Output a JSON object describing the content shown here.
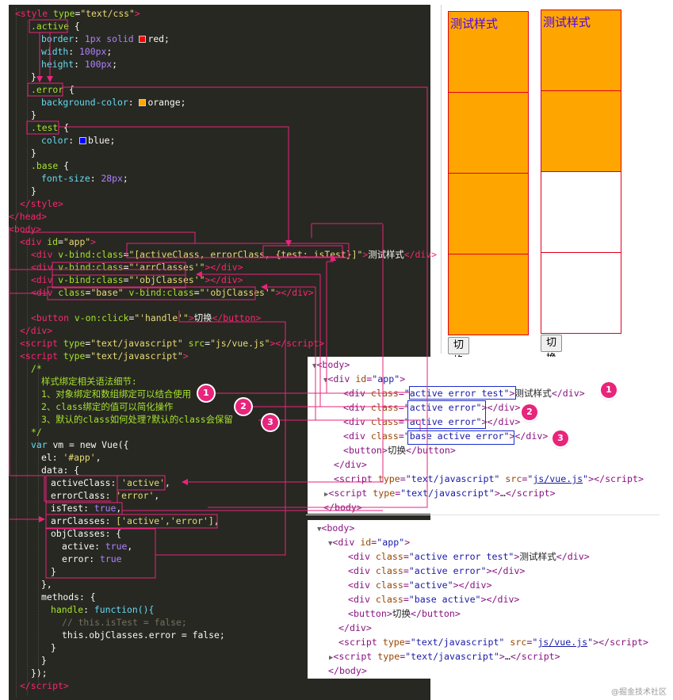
{
  "code": {
    "style_open": {
      "tag": "style",
      "attr": "type",
      "value": "\"text/css\""
    },
    "active_sel": ".active",
    "border_prop": "border",
    "border_val": "1px solid",
    "border_color": "red",
    "width_prop": "width",
    "width_val": "100px",
    "height_prop": "height",
    "height_val": "100px",
    "error_sel": ".error",
    "bg_prop": "background-color",
    "bg_color": "orange",
    "test_sel": ".test",
    "color_prop": "color",
    "color_val": "blue",
    "base_sel": ".base",
    "fs_prop": "font-size",
    "fs_val": "28px",
    "style_close": "style",
    "head_close": "head",
    "body_open": "body",
    "div_app": "\"app\"",
    "line1_bind": "[activeClass, errorClass, {test: isTest}]",
    "line1_text": "测试样式",
    "line2_bind": "'arrClasses'",
    "line3_bind": "'objClasses'",
    "line4_class": "\"base\"",
    "line4_bind": "'objClasses'",
    "btn_event": "'handle'",
    "btn_text": "切换",
    "script_src": "\"js/vue.js\"",
    "script_type": "\"text/javascript\"",
    "comment_open": "/*",
    "comment_title": "样式绑定相关语法细节:",
    "comment_1": "1、对象绑定和数组绑定可以结合使用",
    "comment_2": "2、class绑定的值可以简化操作",
    "comment_3": "3、默认的class如何处理?默认的class会保留",
    "comment_close": "*/",
    "vm_var": "vm",
    "vue_new": "new Vue({",
    "el_key": "el",
    "el_val": "'#app'",
    "data_key": "data",
    "activeClass_key": "activeClass",
    "activeClass_val": "'active'",
    "errorClass_key": "errorClass",
    "errorClass_val": "'error'",
    "isTest_key": "isTest",
    "isTest_val": "true",
    "arrClasses_key": "arrClasses",
    "arrClasses_val": "['active','error']",
    "objClasses_key": "objClasses",
    "obj_active_key": "active",
    "obj_active_val": "true",
    "obj_error_key": "error",
    "obj_error_val": "true",
    "methods_key": "methods",
    "handle_key": "handle",
    "handle_fn": "function(){",
    "handle_comment": "// this.isTest = false;",
    "handle_stmt": "this.objClasses.error = false;",
    "script_close": "script"
  },
  "preview": {
    "left_text": "测试样式",
    "right_text": "测试样式",
    "left_button": "切换",
    "right_button": "切换"
  },
  "dom_before": {
    "body": "<body>",
    "div_app_id": "\"app\"",
    "row1_class": "active error test",
    "row1_text": "测试样式",
    "row2_class": "active error",
    "row3_class": "active error",
    "row4_class": "base active error",
    "button_text": "切换",
    "div_close": "</div>",
    "script_src": "js/vue.js",
    "script_type": "\"text/javascript\"",
    "script_collapsed": "…",
    "body_close": "</body>"
  },
  "dom_after": {
    "body": "<body>",
    "div_app_id": "\"app\"",
    "row1_class": "\"active error test\"",
    "row1_text": "测试样式",
    "row2_class": "\"active error\"",
    "row3_class": "\"active\"",
    "row4_class": "\"base active\"",
    "button_text": "切换",
    "div_close": "</div>",
    "script_src": "js/vue.js",
    "script_type": "\"text/javascript\"",
    "script_collapsed": "…",
    "body_close": "</body>"
  },
  "badges": [
    "1",
    "2",
    "3"
  ],
  "watermark": "@掘金技术社区",
  "colors": {
    "editor_bg": "#272822",
    "annotation": "#e8247b",
    "highlight_box": "#1c2ccf",
    "orange": "#ffa500",
    "red_border": "#e0001b"
  }
}
